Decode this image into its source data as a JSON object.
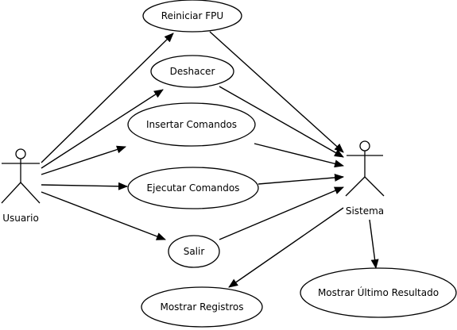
{
  "actors": {
    "user": {
      "label": "Usuario"
    },
    "system": {
      "label": "Sistema"
    }
  },
  "use_cases": {
    "reset_fpu": "Reiniciar FPU",
    "undo": "Deshacer",
    "insert_commands": "Insertar Comandos",
    "execute_commands": "Ejecutar Comandos",
    "exit": "Salir",
    "show_registers": "Mostrar Registros",
    "show_last_result": "Mostrar Último Resultado"
  },
  "colors": {
    "stroke": "#000000",
    "background": "#ffffff"
  }
}
